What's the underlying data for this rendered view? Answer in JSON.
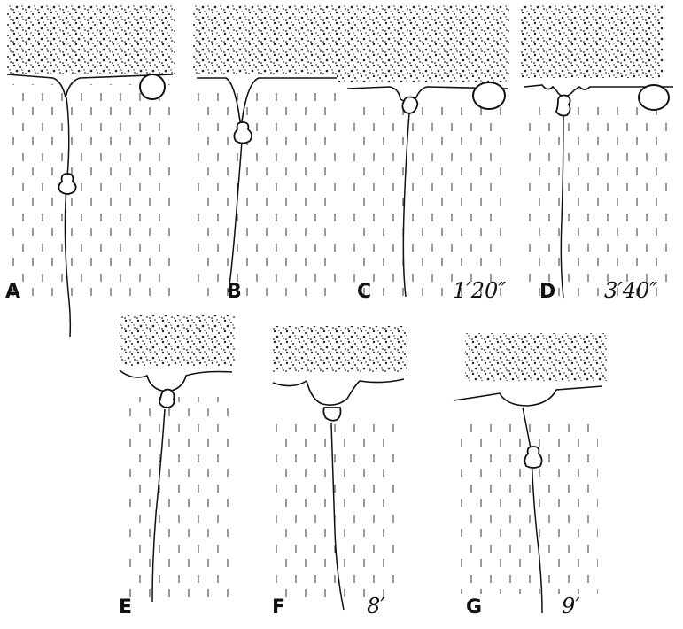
{
  "panels": [
    {
      "letter": "A",
      "time": ""
    },
    {
      "letter": "B",
      "time": ""
    },
    {
      "letter": "C",
      "time": "1′20″"
    },
    {
      "letter": "D",
      "time": "3′40″"
    },
    {
      "letter": "E",
      "time": ""
    },
    {
      "letter": "F",
      "time": "8′"
    },
    {
      "letter": "G",
      "time": "9′"
    }
  ],
  "colors": {
    "ink": "#111111",
    "background": "#ffffff"
  }
}
